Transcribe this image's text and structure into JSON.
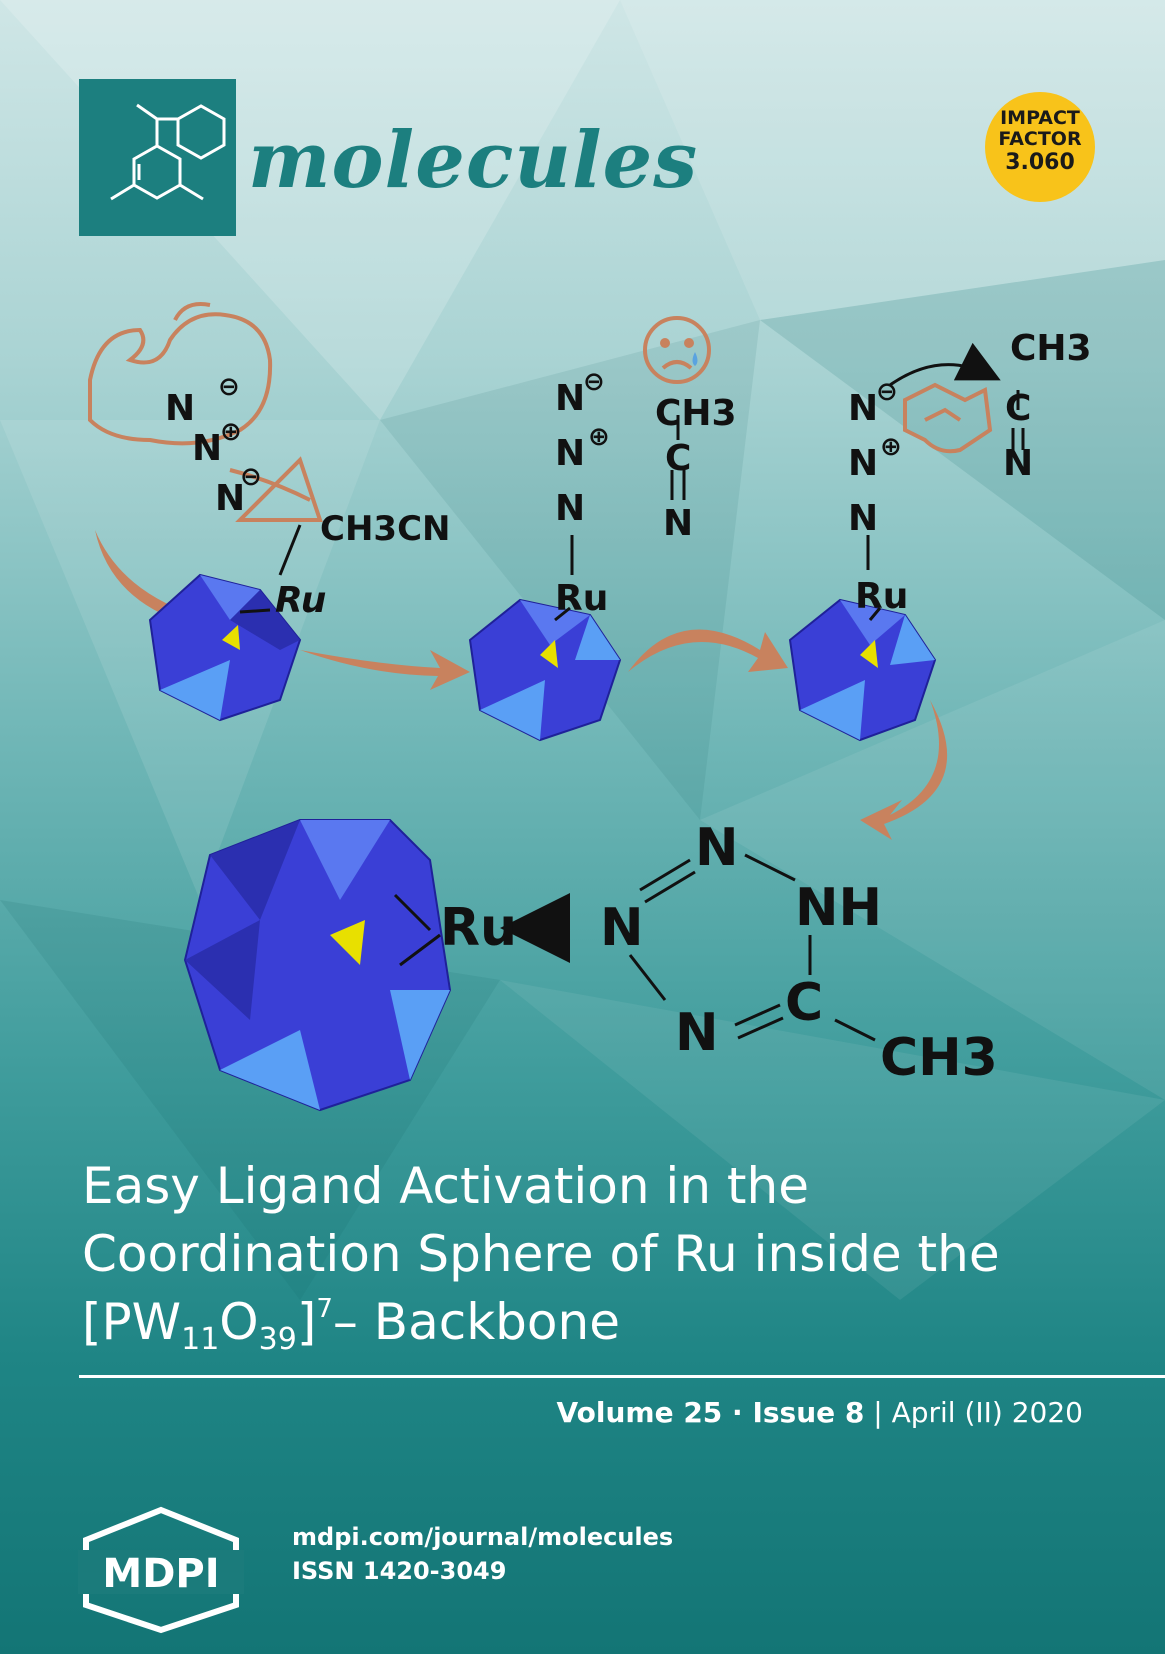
{
  "journal": {
    "name": "molecules",
    "impact_label_1": "IMPACT",
    "impact_label_2": "FACTOR",
    "impact_value": "3.060"
  },
  "scheme": {
    "ru": "Ru",
    "ch3cn": "CH3CN",
    "n": "N",
    "c": "C",
    "nh": "NH",
    "ch3": "CH3",
    "minus": "⊖",
    "plus": "⊕"
  },
  "article": {
    "title_line1": "Easy Ligand Activation in the",
    "title_line2": "Coordination Sphere of Ru inside the",
    "title_l3_a": "[PW",
    "title_l3_sub1": "11",
    "title_l3_b": "O",
    "title_l3_sub2": "39",
    "title_l3_c": "]",
    "title_l3_sup": "7",
    "title_l3_d": "– Backbone"
  },
  "issue": {
    "volume": "Volume 25",
    "dot": " · ",
    "issue": "Issue 8",
    "sep": " | ",
    "date": "April (II) 2020"
  },
  "publisher": {
    "logo": "MDPI",
    "url": "mdpi.com/journal/molecules",
    "issn": "ISSN 1420-3049"
  },
  "colors": {
    "teal": "#1c7f7f",
    "gold": "#f8c31a",
    "cluster_blue": "#3a3fd6",
    "arrow_copper": "#c8825e"
  }
}
